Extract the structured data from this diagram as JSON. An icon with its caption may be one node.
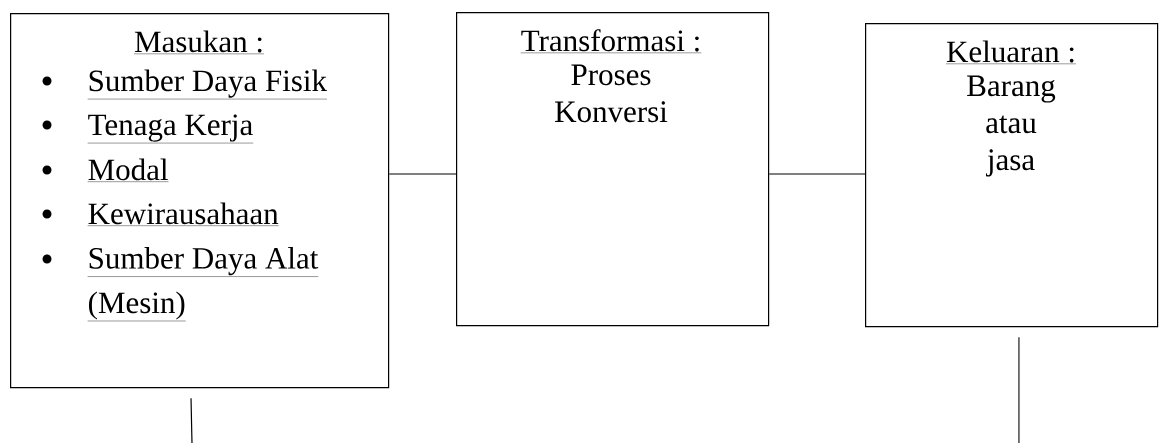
{
  "diagram": {
    "nodes": [
      {
        "text": [
          "Masukan :",
          "Sumber Daya Fisik",
          "Tenaga Kerja",
          "Modal",
          "Kewirausahaan",
          "Sumber Daya Alat (Mesin)"
        ]
      },
      {
        "text": [
          "Transformasi :",
          "Proses Konversi"
        ]
      },
      {
        "text": [
          "Keluaran :",
          "Barang atau jasa"
        ]
      }
    ],
    "edges": [
      {
        "from": 0,
        "to": 1,
        "arrow": "none"
      },
      {
        "from": 1,
        "to": 2,
        "arrow": "none"
      },
      {
        "from": 0,
        "to": null,
        "arrow": "none"
      },
      {
        "from": 2,
        "to": null,
        "arrow": "none"
      }
    ]
  }
}
